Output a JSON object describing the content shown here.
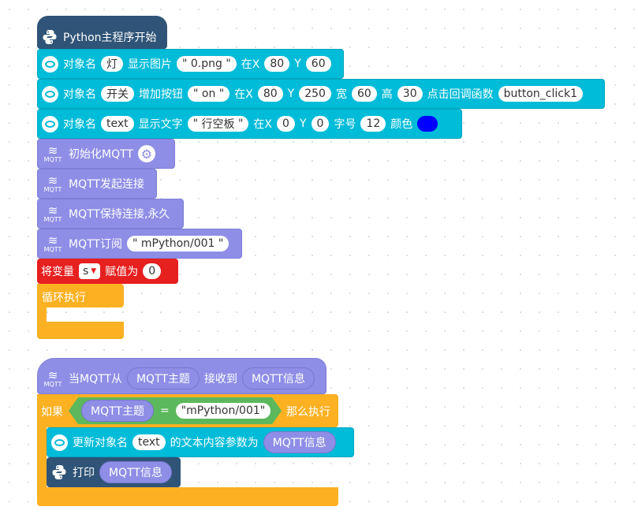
{
  "stack1": {
    "start": {
      "label": "Python主程序开始"
    },
    "show_image": {
      "obj_name_label": "对象名",
      "obj_name": "灯",
      "action_label": "显示图片",
      "image": "0.png",
      "x_label": "在X",
      "x": "80",
      "y_label": "Y",
      "y": "60"
    },
    "add_button": {
      "obj_name_label": "对象名",
      "obj_name": "开关",
      "action_label": "增加按钮",
      "text": "on",
      "x_label": "在X",
      "x": "80",
      "y_label": "Y",
      "y": "250",
      "w_label": "宽",
      "w": "60",
      "h_label": "高",
      "h": "30",
      "callback_label": "点击回调函数",
      "callback": "button_click1"
    },
    "show_text": {
      "obj_name_label": "对象名",
      "obj_name": "text",
      "action_label": "显示文字",
      "text": "行空板",
      "x_label": "在X",
      "x": "0",
      "y_label": "Y",
      "y": "0",
      "size_label": "字号",
      "size": "12",
      "color_label": "颜色",
      "color": "#0000ff"
    },
    "mqtt_init": {
      "label": "初始化MQTT"
    },
    "mqtt_connect": {
      "label": "MQTT发起连接"
    },
    "mqtt_keep": {
      "label": "MQTT保持连接,永久"
    },
    "mqtt_subscribe": {
      "label": "MQTT订阅",
      "topic": "mPython/001"
    },
    "set_var": {
      "label": "将变量",
      "var": "s",
      "assign_label": "赋值为",
      "value": "0"
    },
    "loop": {
      "label": "循环执行"
    }
  },
  "stack2": {
    "hat": {
      "when_label": "当MQTT从",
      "topic_reporter": "MQTT主题",
      "received_label": "接收到",
      "message_reporter": "MQTT信息"
    },
    "if_block": {
      "if_label": "如果",
      "topic_reporter": "MQTT主题",
      "op": "=",
      "value": "mPython/001",
      "then_label": "那么执行"
    },
    "update_text": {
      "label": "更新对象名",
      "obj_name": "text",
      "param_label": "的文本内容参数为",
      "message_reporter": "MQTT信息"
    },
    "print": {
      "label": "打印",
      "message_reporter": "MQTT信息"
    }
  },
  "icons": {
    "mqtt_text": "MQTT"
  },
  "colors": {
    "python": "#2f5477",
    "display": "#00bcd8",
    "mqtt": "#8e8ee6",
    "variable": "#e61f1f",
    "control": "#fbb122",
    "logic": "#5cb85c"
  }
}
